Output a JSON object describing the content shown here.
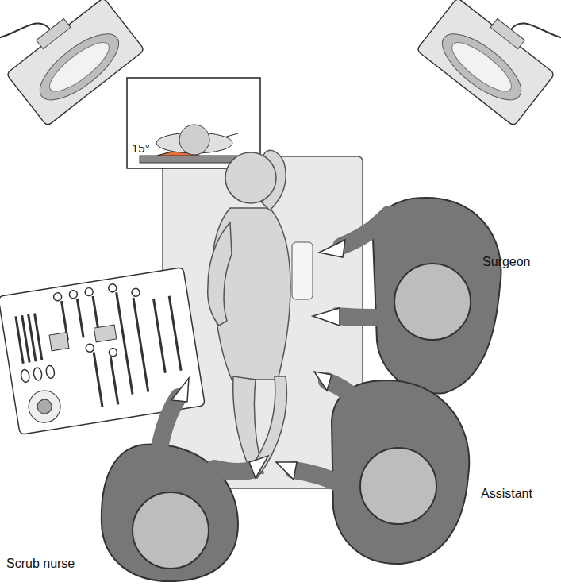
{
  "diagram": {
    "labels": [
      "15°",
      "Surgeon",
      "Assistant",
      "Scrub nurse"
    ]
  }
}
